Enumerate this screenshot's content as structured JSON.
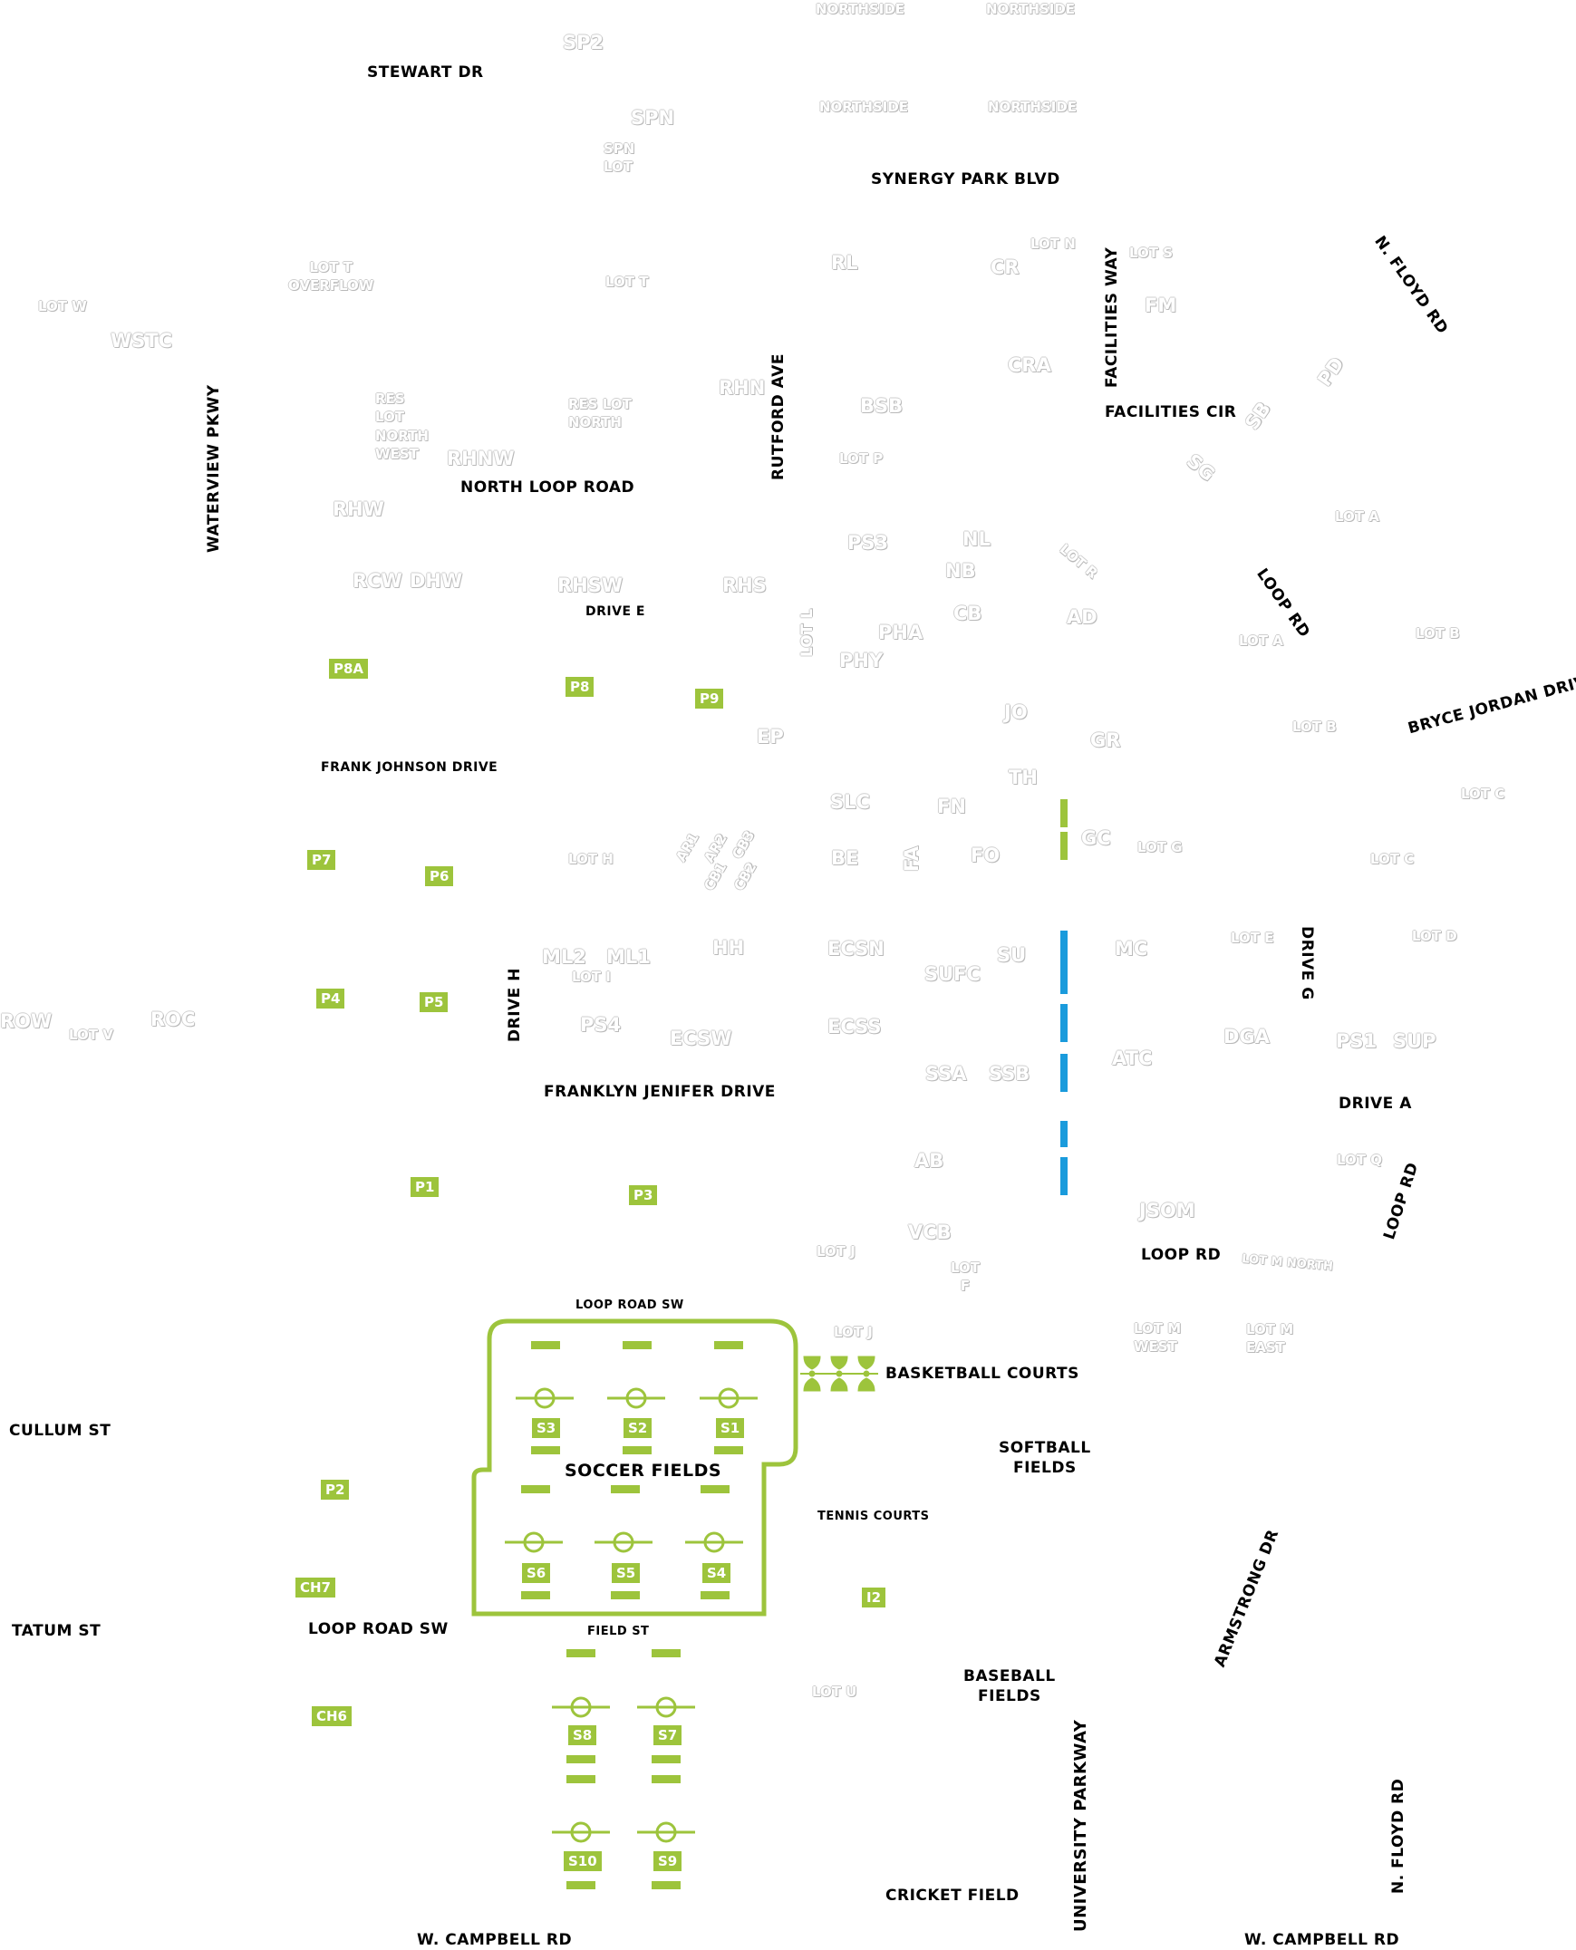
{
  "colors": {
    "accent_green": "#9dc43c",
    "transit_blue": "#1a9bdc",
    "street_text": "#000000",
    "building_text": "#ffffff"
  },
  "streets": {
    "stewart_dr": "STEWART DR",
    "synergy_park_blvd": "SYNERGY PARK BLVD",
    "n_floyd_rd_top": "N. FLOYD RD",
    "facilities_way": "FACILITIES WAY",
    "facilities_cir": "FACILITIES CIR",
    "waterview_pkwy": "WATERVIEW PKWY",
    "north_loop_road": "NORTH LOOP ROAD",
    "rutford_ave": "RUTFORD AVE",
    "drive_e": "DRIVE E",
    "lot_l": "LOT L",
    "loop_rd_ne": "LOOP RD",
    "bryce_jordan_drive": "BRYCE JORDAN DRIVE",
    "frank_johnson_drive": "FRANK JOHNSON DRIVE",
    "drive_h": "DRIVE H",
    "drive_g": "DRIVE G",
    "franklyn_jenifer_drive": "FRANKLYN JENIFER DRIVE",
    "drive_a": "DRIVE A",
    "loop_rd_e": "LOOP RD",
    "loop_rd_s": "LOOP RD",
    "loop_road_sw_top": "LOOP ROAD SW",
    "basketball_courts": "BASKETBALL COURTS",
    "cullum_st": "CULLUM ST",
    "soccer_fields": "SOCCER FIELDS",
    "softball_fields": "SOFTBALL\nFIELDS",
    "tennis_courts": "TENNIS COURTS",
    "tatum_st": "TATUM ST",
    "loop_road_sw": "LOOP ROAD SW",
    "field_st": "FIELD ST",
    "armstrong_dr": "ARMSTRONG DR",
    "baseball_fields": "BASEBALL\nFIELDS",
    "university_parkway": "UNIVERSITY PARKWAY",
    "n_floyd_rd_bottom": "N. FLOYD RD",
    "cricket_field": "CRICKET FIELD",
    "w_campbell_rd_left": "W. CAMPBELL RD",
    "w_campbell_rd_right": "W. CAMPBELL RD"
  },
  "buildings": {
    "sp2": "SP2",
    "spn": "SPN",
    "rl": "RL",
    "cr": "CR",
    "fm": "FM",
    "wstc": "WSTC",
    "cra": "CRA",
    "rhn": "RHN",
    "bsb": "BSB",
    "rhnw": "RHNW",
    "rhw": "RHW",
    "ps3": "PS3",
    "nl": "NL",
    "nb": "NB",
    "rcw": "RCW",
    "dhw": "DHW",
    "rhsw": "RHSW",
    "rhs": "RHS",
    "cb": "CB",
    "ad": "AD",
    "pha": "PHA",
    "phy": "PHY",
    "jo": "JO",
    "ep": "EP",
    "gr": "GR",
    "th": "TH",
    "slc": "SLC",
    "fn": "FN",
    "gc": "GC",
    "be": "BE",
    "fa": "FA",
    "fo": "FO",
    "ml2": "ML2",
    "ml1": "ML1",
    "hh": "HH",
    "ecsn": "ECSN",
    "su": "SU",
    "mc": "MC",
    "sufc": "SUFC",
    "row": "ROW",
    "roc": "ROC",
    "ps4": "PS4",
    "ecsw": "ECSW",
    "ecss": "ECSS",
    "dga": "DGA",
    "ps1": "PS1",
    "sup": "SUP",
    "atc": "ATC",
    "ssa": "SSA",
    "ssb": "SSB",
    "ab": "AB",
    "jsom": "JSOM",
    "vcb": "VCB",
    "sb": "SB",
    "sg": "SG",
    "pd": "PD",
    "ar1": "AR1",
    "ar2": "AR2",
    "cb3": "CB3",
    "cb1": "CB1",
    "cb2": "CB2"
  },
  "lots": {
    "northside_1": "NORTHSIDE",
    "northside_2": "NORTHSIDE",
    "northside_3": "NORTHSIDE",
    "northside_4": "NORTHSIDE",
    "spn_lot": "SPN\nLOT",
    "lot_n": "LOT N",
    "lot_s": "LOT S",
    "lot_t_overflow": "LOT T\nOVERFLOW",
    "lot_t": "LOT T",
    "lot_w": "LOT W",
    "res_lot_north_west": "RES\nLOT\nNORTH\nWEST",
    "res_lot_north": "RES LOT\nNORTH",
    "lot_p": "LOT P",
    "lot_a_top": "LOT A",
    "lot_r": "LOT R",
    "lot_a": "LOT A",
    "lot_b_top": "LOT B",
    "lot_b": "LOT B",
    "lot_c_top": "LOT C",
    "lot_g": "LOT G",
    "lot_h": "LOT H",
    "lot_c": "LOT C",
    "lot_e": "LOT E",
    "lot_d": "LOT D",
    "lot_i": "LOT I",
    "lot_v": "LOT V",
    "lot_q": "LOT Q",
    "lot_j_1": "LOT J",
    "lot_f": "LOT\nF",
    "lot_m_north": "LOT M NORTH",
    "lot_j_2": "LOT J",
    "lot_m_west": "LOT M\nWEST",
    "lot_m_east": "LOT M\nEAST",
    "lot_u": "LOT U"
  },
  "tags": {
    "p8a": "P8A",
    "p8": "P8",
    "p9": "P9",
    "p7": "P7",
    "p6": "P6",
    "p4": "P4",
    "p5": "P5",
    "p1": "P1",
    "p3": "P3",
    "p2": "P2",
    "ch7": "CH7",
    "ch6": "CH6",
    "i2": "I2",
    "s1": "S1",
    "s2": "S2",
    "s3": "S3",
    "s4": "S4",
    "s5": "S5",
    "s6": "S6",
    "s7": "S7",
    "s8": "S8",
    "s9": "S9",
    "s10": "S10"
  }
}
